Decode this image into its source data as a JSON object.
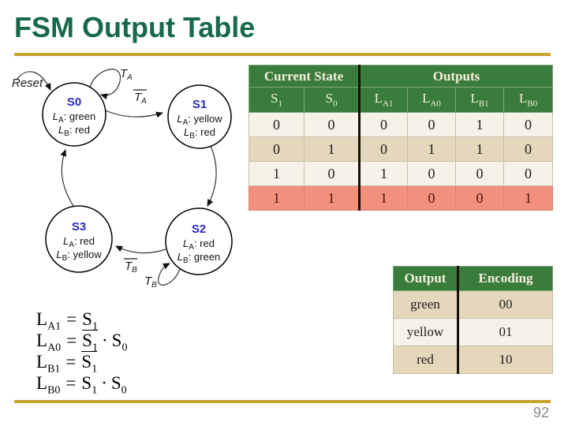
{
  "page": {
    "title": "FSM Output Table",
    "page_number": "92"
  },
  "colors": {
    "title_green": "#17694A",
    "gold_rule": "#C8A42D",
    "table_header_green": "#3A7C3B",
    "row_cream": "#F6F2E7",
    "row_tan": "#E5D7BB",
    "row_highlight_salmon": "#F2907E",
    "state_name_blue": "#2B2BC0"
  },
  "diagram": {
    "reset_label": "Reset",
    "states": {
      "s0": {
        "name": "S0",
        "la": {
          "base": "L",
          "sub": "A",
          "rest": ": green"
        },
        "lb": {
          "base": "L",
          "sub": "B",
          "rest": ": red"
        }
      },
      "s1": {
        "name": "S1",
        "la": {
          "base": "L",
          "sub": "A",
          "rest": ": yellow"
        },
        "lb": {
          "base": "L",
          "sub": "B",
          "rest": ": red"
        }
      },
      "s2": {
        "name": "S2",
        "la": {
          "base": "L",
          "sub": "A",
          "rest": ": red"
        },
        "lb": {
          "base": "L",
          "sub": "B",
          "rest": ": green"
        }
      },
      "s3": {
        "name": "S3",
        "la": {
          "base": "L",
          "sub": "A",
          "rest": ": red"
        },
        "lb": {
          "base": "L",
          "sub": "B",
          "rest": ": yellow"
        }
      }
    },
    "transitions": {
      "ta_loop": {
        "base": "T",
        "sub": "A",
        "negated": false
      },
      "ta_not": {
        "base": "T",
        "sub": "A",
        "negated": true
      },
      "tb_not": {
        "base": "T",
        "sub": "B",
        "negated": true
      },
      "tb_loop": {
        "base": "T",
        "sub": "B",
        "negated": false
      }
    }
  },
  "output_table": {
    "group_headers": [
      "Current State",
      "Outputs"
    ],
    "columns": [
      {
        "base": "S",
        "sub": "1"
      },
      {
        "base": "S",
        "sub": "0"
      },
      {
        "base": "L",
        "sub": "A1"
      },
      {
        "base": "L",
        "sub": "A0"
      },
      {
        "base": "L",
        "sub": "B1"
      },
      {
        "base": "L",
        "sub": "B0"
      }
    ],
    "rows": [
      {
        "cells": [
          "0",
          "0",
          "0",
          "0",
          "1",
          "0"
        ],
        "highlight": false
      },
      {
        "cells": [
          "0",
          "1",
          "0",
          "1",
          "1",
          "0"
        ],
        "highlight": false
      },
      {
        "cells": [
          "1",
          "0",
          "1",
          "0",
          "0",
          "0"
        ],
        "highlight": false
      },
      {
        "cells": [
          "1",
          "1",
          "1",
          "0",
          "0",
          "1"
        ],
        "highlight": true
      }
    ]
  },
  "encoding_table": {
    "headers": [
      "Output",
      "Encoding"
    ],
    "rows": [
      {
        "output": "green",
        "encoding": "00"
      },
      {
        "output": "yellow",
        "encoding": "01"
      },
      {
        "output": "red",
        "encoding": "10"
      }
    ]
  },
  "equations": {
    "eq1": {
      "lhs": "L",
      "lhs_sub": "A1",
      "equals": "=",
      "t1": "S",
      "t1_sub": "1",
      "t1_negated": false
    },
    "eq2": {
      "lhs": "L",
      "lhs_sub": "A0",
      "equals": "=",
      "t1": "S",
      "t1_sub": "1",
      "t1_negated": true,
      "op": "·",
      "t2": "S",
      "t2_sub": "0"
    },
    "eq3": {
      "lhs": "L",
      "lhs_sub": "B1",
      "equals": "=",
      "t1": "S",
      "t1_sub": "1",
      "t1_negated": true
    },
    "eq4": {
      "lhs": "L",
      "lhs_sub": "B0",
      "equals": "=",
      "t1": "S",
      "t1_sub": "1",
      "t1_negated": false,
      "op": "·",
      "t2": "S",
      "t2_sub": "0"
    }
  }
}
